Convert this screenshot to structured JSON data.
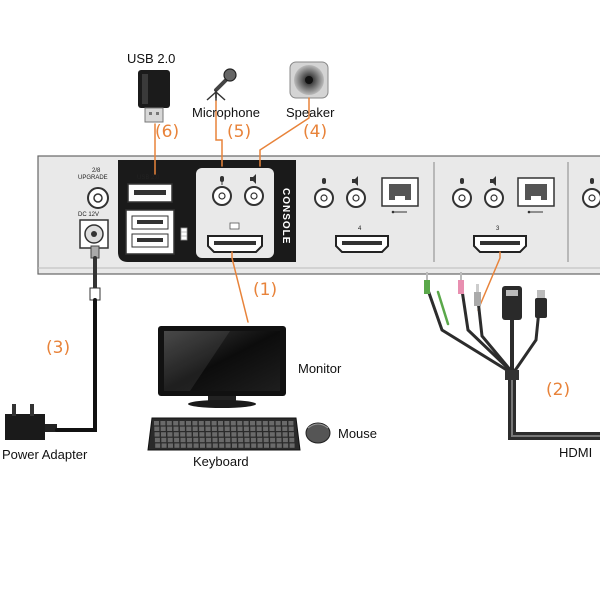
{
  "labels": {
    "usb": "USB 2.0",
    "microphone": "Microphone",
    "speaker": "Speaker",
    "monitor": "Monitor",
    "mouse": "Mouse",
    "keyboard": "Keyboard",
    "power_adapter": "Power Adapter",
    "hdmi": "HDMI"
  },
  "numbers": {
    "n1": "1",
    "n2": "2",
    "n3": "3",
    "n4": "4",
    "n5": "5",
    "n6": "6"
  },
  "panel": {
    "console": "CONSOLE",
    "upgrade_top": "2/8",
    "upgrade": "UPGRADE",
    "usb_port": "USB 2.0",
    "dc": "DC 12V",
    "port4": "4",
    "port3": "3"
  },
  "colors": {
    "accent": "#e8833a",
    "panel": "#e9e9e9",
    "console_bg": "#1a1a1a",
    "cable": "#222222"
  }
}
